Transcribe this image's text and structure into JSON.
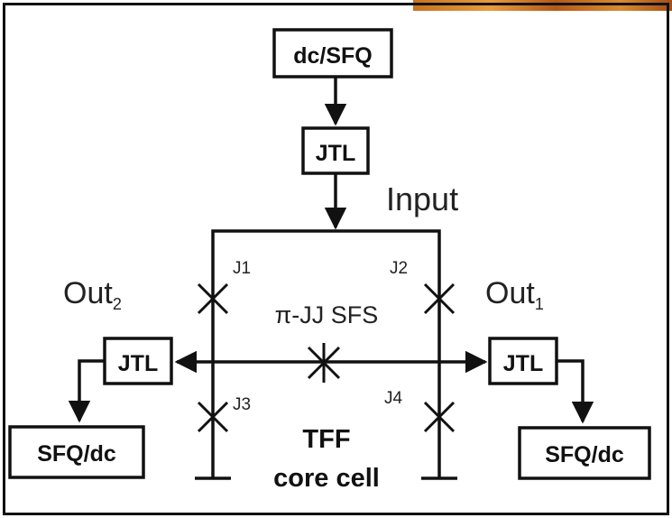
{
  "blocks": {
    "dcsfq": "dc/SFQ",
    "jtl_top": "JTL",
    "jtl_left": "JTL",
    "jtl_right": "JTL",
    "sfqdc_left": "SFQ/dc",
    "sfqdc_right": "SFQ/dc"
  },
  "labels": {
    "input": "Input",
    "out2_main": "Out",
    "out2_sub": "2",
    "out1_main": "Out",
    "out1_sub": "1",
    "pi_jj": "π-JJ SFS",
    "tff_line1": "TFF",
    "tff_line2": "core cell"
  },
  "junctions": {
    "j1": "J1",
    "j2": "J2",
    "j3": "J3",
    "j4": "J4"
  }
}
